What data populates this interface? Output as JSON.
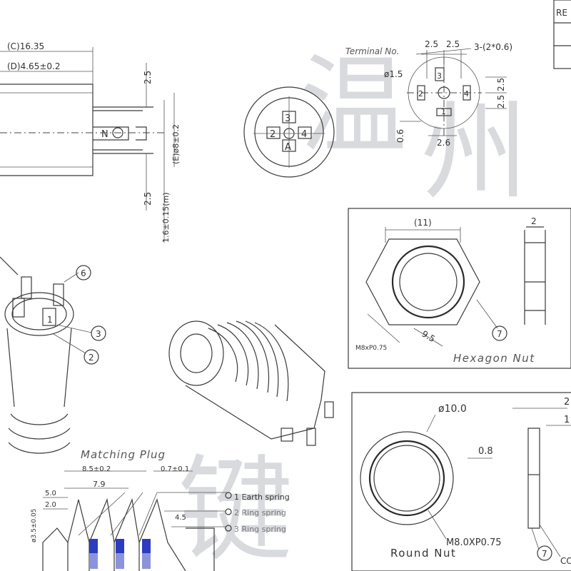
{
  "side_view": {
    "dim_c": "(C)16.35",
    "dim_d": "(D)4.65±0.2",
    "dim_e": "(E)ø8±0.2",
    "dim_top_25": "2.5",
    "dim_bot_25": "2.5",
    "dim_16": "1.6±0.15(m)",
    "pin_label": "N"
  },
  "front_view": {
    "pins": [
      "3",
      "2",
      "4",
      "A"
    ]
  },
  "terminal_view": {
    "terminal_label": "Terminal No.",
    "dim_a": "2.5",
    "dim_b": "2.5",
    "dim_holes": "3-(2*0.6)",
    "dim_phi": "ø1.5",
    "dim_r1": "2.5",
    "dim_r2": "2.5",
    "dim_06": "0.6",
    "dim_26": "2.6",
    "pin_labels": [
      "3",
      "2",
      "4",
      "1"
    ]
  },
  "title_block": {
    "cell": "RE"
  },
  "hex_nut": {
    "width": "(11)",
    "thickness": "2",
    "thread": "M8xP0.75",
    "across": "9.5",
    "callout": "7",
    "title": "Hexagon Nut"
  },
  "iso_view": {
    "callouts": [
      "6",
      "3",
      "2"
    ],
    "pin_label": "1"
  },
  "round_nut": {
    "dia": "ø10.0",
    "thick": "0.8",
    "thread": "M8.0XP0.75",
    "title": "Round Nut",
    "callout": "7",
    "side_dim_top": "2",
    "side_dim_mid": "1",
    "side_label": "CO"
  },
  "plug": {
    "title": "Matching Plug",
    "dim_85": "8.5±0.2",
    "dim_07": "0.7±0.1",
    "dim_79": "7.9",
    "dim_50": "5.0",
    "dim_20": "2.0",
    "dim_dia": "ø3.5±0.05",
    "dim_45": "4.5",
    "spring_labels": [
      "1 Earth spring",
      "2 Ring spring",
      "3 Ring spring"
    ]
  },
  "watermark": {
    "chars": [
      "温",
      "州",
      "键"
    ]
  }
}
